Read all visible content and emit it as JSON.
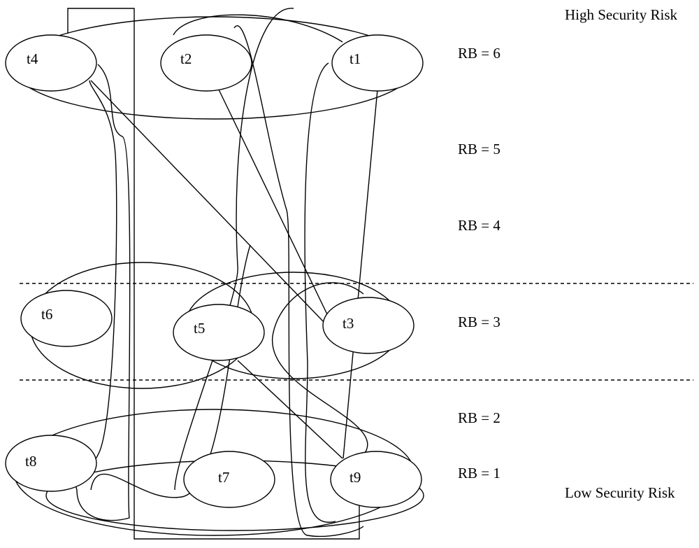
{
  "risk_labels": {
    "high": "High Security Risk",
    "low": "Low Security Risk"
  },
  "levels": {
    "rb6": "RB = 6",
    "rb5": "RB = 5",
    "rb4": "RB = 4",
    "rb3": "RB = 3",
    "rb2": "RB = 2",
    "rb1": "RB = 1"
  },
  "nodes": {
    "t1": "t1",
    "t2": "t2",
    "t3": "t3",
    "t4": "t4",
    "t5": "t5",
    "t6": "t6",
    "t7": "t7",
    "t8": "t8",
    "t9": "t9"
  }
}
